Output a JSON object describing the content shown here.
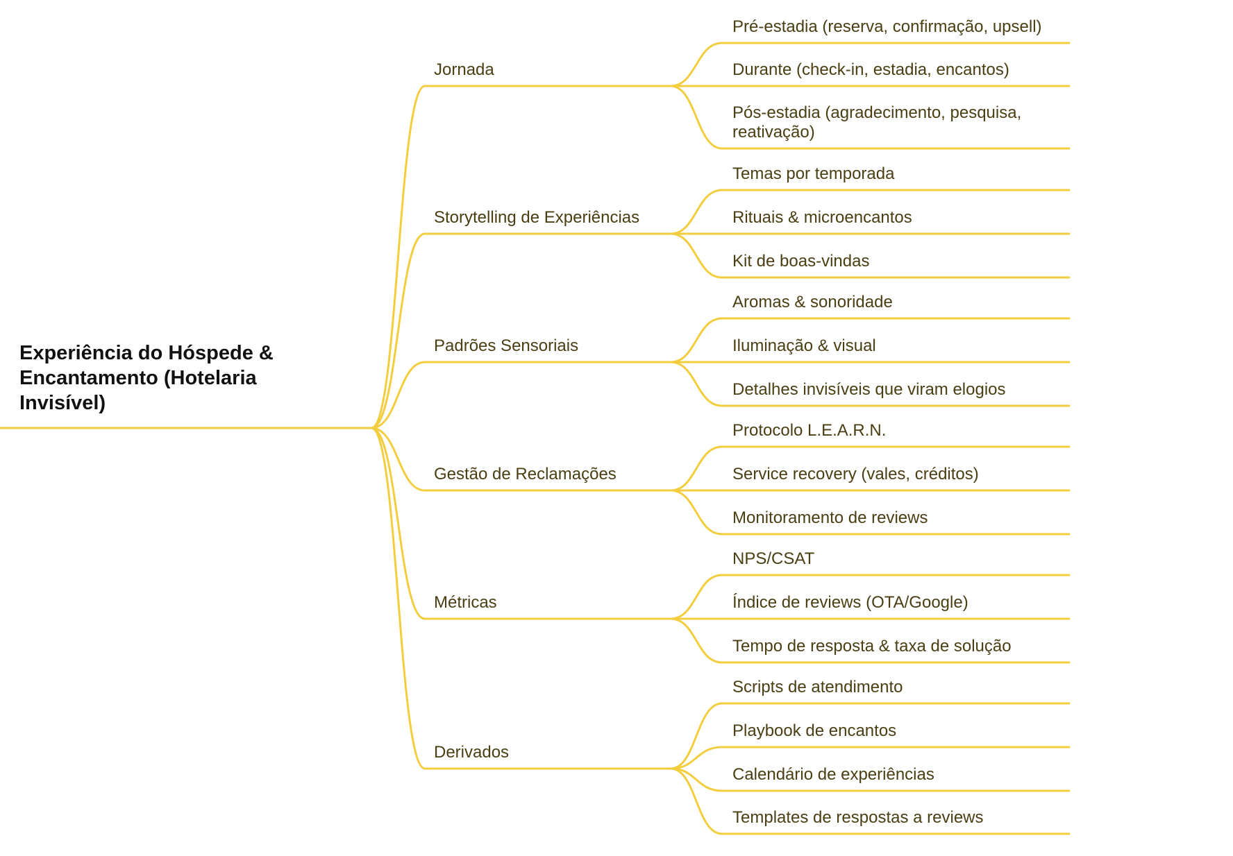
{
  "colors": {
    "line": "#F2CE3E",
    "root_text": "#111111",
    "branch_text": "#4A3E12",
    "leaf_text": "#4A3E12"
  },
  "root": {
    "lines": [
      "Experiência do Hóspede &",
      "Encantamento (Hotelaria",
      "Invisível)"
    ]
  },
  "branches": [
    {
      "label": "Jornada",
      "children": [
        {
          "lines": [
            "Pré-estadia (reserva, confirmação, upsell)"
          ]
        },
        {
          "lines": [
            "Durante (check-in, estadia, encantos)"
          ]
        },
        {
          "lines": [
            "Pós-estadia (agradecimento, pesquisa,",
            "reativação)"
          ]
        }
      ]
    },
    {
      "label": "Storytelling de Experiências",
      "children": [
        {
          "lines": [
            "Temas por temporada"
          ]
        },
        {
          "lines": [
            "Rituais & microencantos"
          ]
        },
        {
          "lines": [
            "Kit de boas-vindas"
          ]
        }
      ]
    },
    {
      "label": "Padrões Sensoriais",
      "children": [
        {
          "lines": [
            "Aromas & sonoridade"
          ]
        },
        {
          "lines": [
            "Iluminação & visual"
          ]
        },
        {
          "lines": [
            "Detalhes invisíveis que viram elogios"
          ]
        }
      ]
    },
    {
      "label": "Gestão de Reclamações",
      "children": [
        {
          "lines": [
            "Protocolo L.E.A.R.N."
          ]
        },
        {
          "lines": [
            "Service recovery (vales, créditos)"
          ]
        },
        {
          "lines": [
            "Monitoramento de reviews"
          ]
        }
      ]
    },
    {
      "label": "Métricas",
      "children": [
        {
          "lines": [
            "NPS/CSAT"
          ]
        },
        {
          "lines": [
            "Índice de reviews (OTA/Google)"
          ]
        },
        {
          "lines": [
            "Tempo de resposta & taxa de solução"
          ]
        }
      ]
    },
    {
      "label": "Derivados",
      "children": [
        {
          "lines": [
            "Scripts de atendimento"
          ]
        },
        {
          "lines": [
            "Playbook de encantos"
          ]
        },
        {
          "lines": [
            "Calendário de experiências"
          ]
        },
        {
          "lines": [
            "Templates de respostas a reviews"
          ]
        }
      ]
    }
  ]
}
